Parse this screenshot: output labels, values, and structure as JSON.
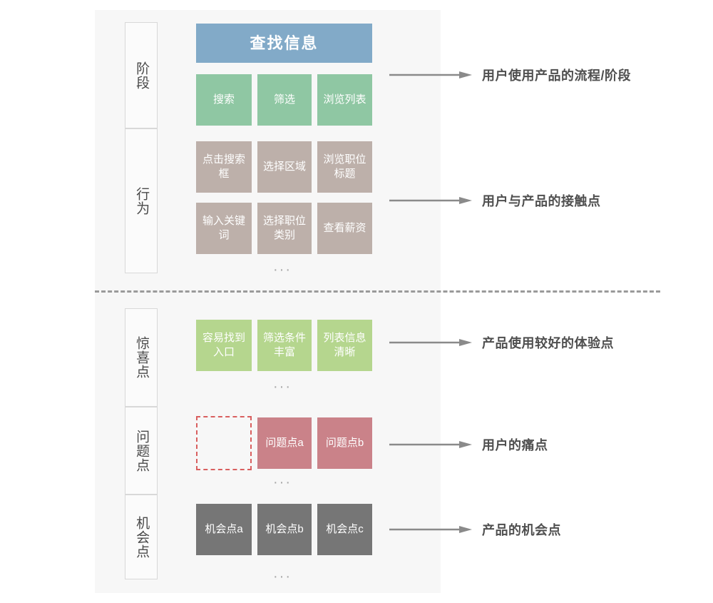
{
  "panel": {
    "background_color": "#f7f7f7"
  },
  "colors": {
    "stage_header": "#82aac8",
    "stage_box": "#8fc7a3",
    "behavior_box": "#bdb0aa",
    "delight_box": "#b5d68e",
    "problem_box": "#ca8289",
    "problem_empty_border": "#d95f5f",
    "opportunity_box": "#767676",
    "label_border": "#d8d8d8",
    "arrow": "#8a8a8a",
    "divider": "#9a9a9a",
    "annotation_text": "#4f4f4f",
    "ellipsis": "#a8a8a8"
  },
  "rows": {
    "stage": {
      "label": "阶段",
      "header": "查找信息",
      "items": [
        "搜索",
        "筛选",
        "浏览列表"
      ]
    },
    "behavior": {
      "label": "行为",
      "items_row1": [
        "点击搜索框",
        "选择区域",
        "浏览职位标题"
      ],
      "items_row2": [
        "输入关键词",
        "选择职位类别",
        "查看薪资"
      ],
      "ellipsis": "···"
    },
    "delight": {
      "label": "惊喜点",
      "items": [
        "容易找到入口",
        "筛选条件丰富",
        "列表信息清晰"
      ],
      "ellipsis": "···"
    },
    "problem": {
      "label": "问题点",
      "items": [
        "",
        "问题点a",
        "问题点b"
      ],
      "ellipsis": "···"
    },
    "opportunity": {
      "label": "机会点",
      "items": [
        "机会点a",
        "机会点b",
        "机会点c"
      ],
      "ellipsis": "···"
    }
  },
  "annotations": [
    {
      "text": "用户使用产品的流程/阶段",
      "icon": "arrow-right-icon"
    },
    {
      "text": "用户与产品的接触点",
      "icon": "arrow-right-icon"
    },
    {
      "text": "产品使用较好的体验点",
      "icon": "arrow-right-icon"
    },
    {
      "text": "用户的痛点",
      "icon": "arrow-right-icon"
    },
    {
      "text": "产品的机会点",
      "icon": "arrow-right-icon"
    }
  ]
}
